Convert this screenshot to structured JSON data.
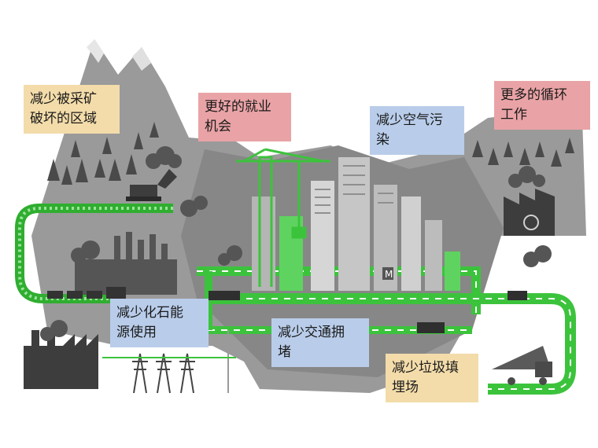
{
  "colors": {
    "tan_label": "#f3dcaa",
    "pink_label": "#e9a3a6",
    "blue_label": "#b9cdea",
    "track_green": "#3cc33c",
    "city_gray": "#8c8c8c",
    "dark_gray": "#3d3d3d"
  },
  "labels": {
    "mining": {
      "lines": [
        "减少被采矿",
        "破坏的区域"
      ]
    },
    "jobs": {
      "lines": [
        "更好的就业",
        "机会"
      ]
    },
    "air": {
      "lines": [
        "减少空气污",
        "染"
      ]
    },
    "recycling": {
      "lines": [
        "更多的循环",
        "工作"
      ]
    },
    "fossil": {
      "lines": [
        "减少化石能",
        "源使用"
      ]
    },
    "traffic": {
      "lines": [
        "减少交通拥",
        "堵"
      ]
    },
    "landfill": {
      "lines": [
        "减少垃圾填",
        "埋场"
      ]
    }
  },
  "icons": {
    "recycle": "recycle-icon",
    "metro": "M"
  }
}
